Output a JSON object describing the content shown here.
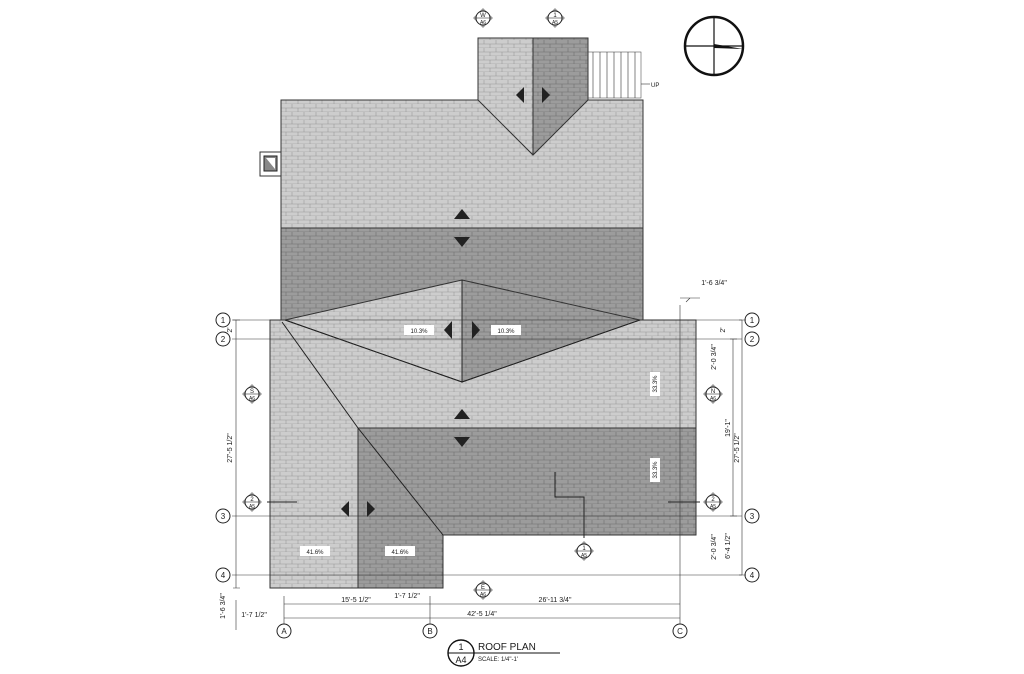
{
  "drawing": {
    "title": "ROOF PLAN",
    "scale": "SCALE: 1/4\"-1'",
    "detail_number": "1",
    "sheet": "A4",
    "up_label": "UP"
  },
  "grid": {
    "rows_left": [
      "1",
      "2",
      "3",
      "4"
    ],
    "rows_right": [
      "1",
      "2",
      "3",
      "4"
    ],
    "columns": [
      "A",
      "B",
      "C"
    ]
  },
  "section_markers": [
    {
      "top": "W",
      "bottom": "A6"
    },
    {
      "top": "1",
      "bottom": "A5"
    },
    {
      "top": "S",
      "bottom": "A6"
    },
    {
      "top": "N",
      "bottom": "A6"
    },
    {
      "top": "2",
      "bottom": "A5"
    },
    {
      "top": "2",
      "bottom": "A5"
    },
    {
      "top": "1",
      "bottom": "A5"
    },
    {
      "top": "E",
      "bottom": "A6"
    }
  ],
  "slopes": [
    "10.3%",
    "10.3%",
    "33.3%",
    "33.3%",
    "41.6%",
    "41.6%"
  ],
  "dimensions": {
    "top_right": "1'-6 3/4\"",
    "left_total": "27'-5 1/2\"",
    "left_small": "2'",
    "right_small": "2'",
    "right_a": "2'-0 3/4\"",
    "right_b": "19'-1\"",
    "right_total": "27'-5 1/2\"",
    "right_c": "2'-0 3/4\"",
    "right_d": "6'-4 1/2\"",
    "left_bottom": "1'-6 3/4\"",
    "bottom_left_small": "1'-7 1/2\"",
    "bottom_ab": "15'-5 1/2\"",
    "bottom_b_small": "1'-7 1/2\"",
    "bottom_bc": "26'-11 3/4\"",
    "bottom_total": "42'-5 1/4\""
  }
}
